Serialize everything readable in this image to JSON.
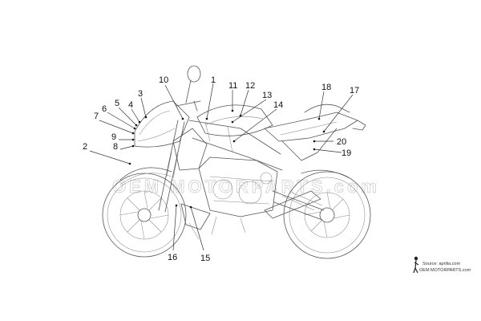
{
  "callouts": [
    {
      "id": "1",
      "label": "1"
    },
    {
      "id": "2",
      "label": "2"
    },
    {
      "id": "3",
      "label": "3"
    },
    {
      "id": "4",
      "label": "4"
    },
    {
      "id": "5",
      "label": "5"
    },
    {
      "id": "6",
      "label": "6"
    },
    {
      "id": "7",
      "label": "7"
    },
    {
      "id": "8",
      "label": "8"
    },
    {
      "id": "9",
      "label": "9"
    },
    {
      "id": "10",
      "label": "10"
    },
    {
      "id": "11",
      "label": "11"
    },
    {
      "id": "12",
      "label": "12"
    },
    {
      "id": "13",
      "label": "13"
    },
    {
      "id": "14",
      "label": "14"
    },
    {
      "id": "15",
      "label": "15"
    },
    {
      "id": "16",
      "label": "16"
    },
    {
      "id": "17",
      "label": "17"
    },
    {
      "id": "18",
      "label": "18"
    },
    {
      "id": "19",
      "label": "19"
    },
    {
      "id": "20",
      "label": "20"
    }
  ],
  "watermark": {
    "text": "OEM MOTORPARTS.com"
  },
  "source_badge": {
    "line1": "Source: aprilia.com",
    "line2": "OEM MOTORPARTS.com"
  }
}
